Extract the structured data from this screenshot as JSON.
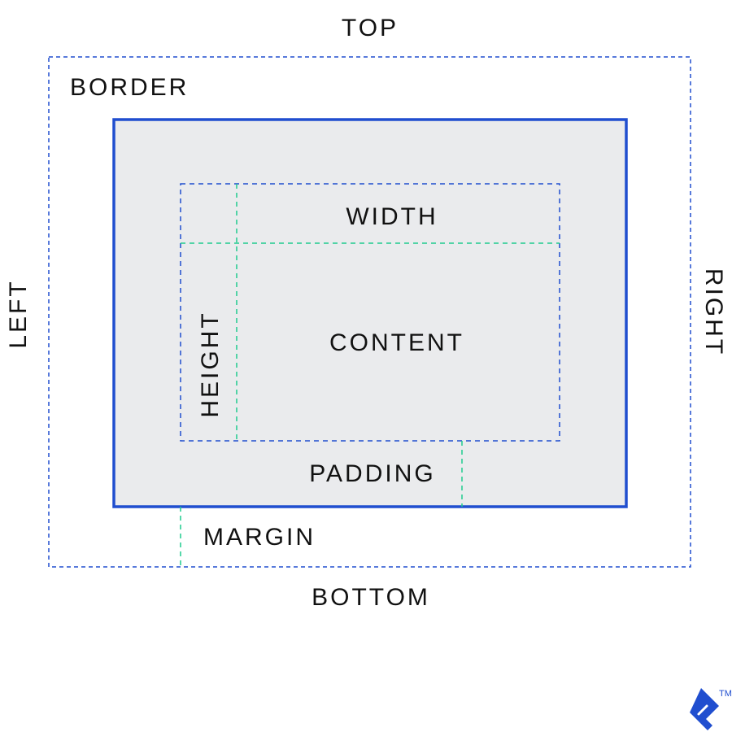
{
  "title": "CSS Box Model",
  "labels": {
    "top": "TOP",
    "border": "BORDER",
    "left": "LEFT",
    "right": "RIGHT",
    "width": "WIDTH",
    "content": "CONTENT",
    "height": "HEIGHT",
    "padding": "PADDING",
    "margin": "MARGIN",
    "bottom": "BOTTOM"
  },
  "logo": {
    "mark": "toptal-logo",
    "trademark": "TM"
  },
  "colors": {
    "blue": "#204ECF",
    "green": "#1FCB8E",
    "fill": "#EAEBED",
    "text": "#111111"
  }
}
